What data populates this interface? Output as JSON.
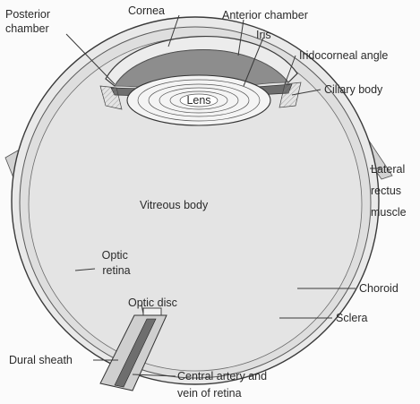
{
  "labels": {
    "posterior_chamber": [
      "Posterior",
      "chamber"
    ],
    "cornea": "Cornea",
    "anterior_chamber": "Anterior chamber",
    "iris": "Iris",
    "iridocorneal_angle": "Iridocorneal angle",
    "ciliary_body": "Ciliary body",
    "lens": "Lens",
    "lateral_rectus_muscle": [
      "Lateral",
      "rectus",
      "muscle"
    ],
    "vitreous_body": "Vitreous body",
    "optic_retina": [
      "Optic",
      "retina"
    ],
    "choroid": "Choroid",
    "optic_disc": "Optic disc",
    "sclera": "Sclera",
    "dural_sheath": "Dural sheath",
    "central_artery": [
      "Central artery and",
      "vein of retina"
    ]
  },
  "colors": {
    "background": "#fbfbfb",
    "sclera": "#e9e9e9",
    "vitreous": "#e4e4e4",
    "anterior_chamber": "#8d8d8d",
    "muscle": "#cfcfcf",
    "outline": "#3a3a3a"
  }
}
